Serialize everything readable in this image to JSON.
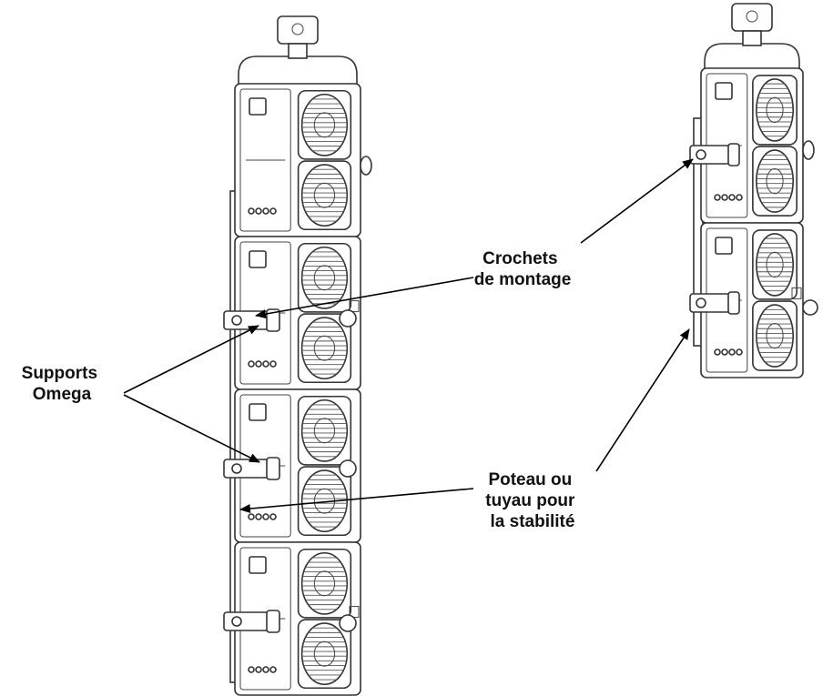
{
  "labels": {
    "mounting_hooks": [
      "Crochets",
      "de montage"
    ],
    "omega_supports": [
      "Supports",
      "Omega"
    ],
    "pole": [
      "Poteau ou",
      "tuyau pour",
      "la stabilité"
    ]
  }
}
